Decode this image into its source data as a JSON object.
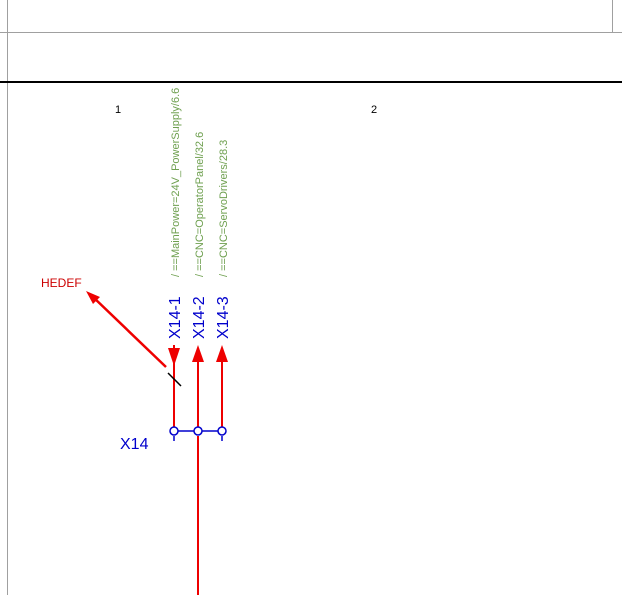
{
  "sheet": {
    "column_numbers": [
      "1",
      "2"
    ]
  },
  "terminal_strip": {
    "name": "X14",
    "pins": [
      {
        "label": "X14-1",
        "reference": "/ ==MainPower=24V_PowerSupply/6.6"
      },
      {
        "label": "X14-2",
        "reference": "/ ==CNC=OperatorPanel/32.6"
      },
      {
        "label": "X14-3",
        "reference": "/ ==CNC=ServoDrivers/28.3"
      }
    ]
  },
  "target": {
    "label": "HEDEF"
  },
  "colors": {
    "wire": "#ee0000",
    "terminal": "#0000cc",
    "reference": "#6fa050",
    "target": "#cc0000",
    "frame": "#000000"
  }
}
